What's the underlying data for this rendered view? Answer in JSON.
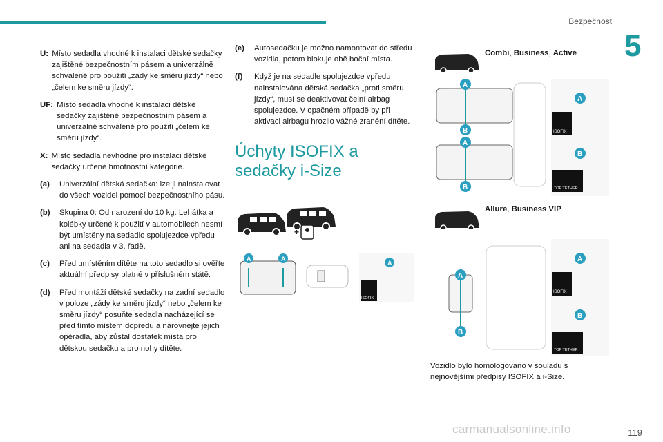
{
  "header": {
    "section": "Bezpečnost",
    "chapter": "5"
  },
  "col1": [
    {
      "key": "U:",
      "text": "Místo sedadla vhodné k instalaci dětské sedačky zajištěné bezpečnostním pásem a univerzálně schválené pro použití „zády ke směru jízdy“ nebo „čelem ke směru jízdy“."
    },
    {
      "key": "UF:",
      "text": "Místo sedadla vhodné k instalaci dětské sedačky zajištěné bezpečnostním pásem a univerzálně schválené pro použití „čelem ke směru jízdy“."
    },
    {
      "key": "X:",
      "text": "Místo sedadla nevhodné pro instalaci dětské sedačky určené hmotnostní kategorie."
    },
    {
      "key": "(a)",
      "text": "Univerzální dětská sedačka: lze ji nainstalovat do všech vozidel pomocí bezpečnostního pásu."
    },
    {
      "key": "(b)",
      "text": "Skupina 0: Od narození do 10 kg. Lehátka a kolébky určené k použití v automobilech nesmí být umístěny na sedadlo spolujezdce vpředu ani na sedadla v 3. řadě."
    },
    {
      "key": "(c)",
      "text": "Před umístěním dítěte na toto sedadlo si ověřte aktuální předpisy platné v příslušném státě."
    },
    {
      "key": "(d)",
      "text": "Před montáží dětské sedačky na zadní sedadlo v poloze „zády ke směru jízdy“ nebo „čelem ke směru jízdy“ posuňte sedadla nacházející se před tímto místem dopředu a narovnejte jejich opěradla, aby zůstal dostatek místa pro dětskou sedačku a pro nohy dítěte."
    }
  ],
  "col2": [
    {
      "key": "(e)",
      "text": "Autosedačku je možno namontovat do středu vozidla, potom blokuje obě boční místa."
    },
    {
      "key": "(f)",
      "text": "Když je na sedadle spolujezdce vpředu nainstalována dětská sedačka „proti směru jízdy“, musí se deaktivovat čelní airbag spolujezdce. V opačném případě by při aktivaci airbagu hrozilo vážné zranění dítěte."
    }
  ],
  "heading": "Úchyty ISOFIX a sedačky i-Size",
  "labels": {
    "combi_prefix": "Combi",
    "combi_sep1": ", ",
    "combi_mid": "Business",
    "combi_sep2": ", ",
    "combi_end": "Active",
    "allure": "Allure",
    "allure_sep": ", ",
    "allure_end": "Business VIP",
    "anchor_a": "A",
    "anchor_b": "B",
    "isofix": "ISOFIX",
    "top_tether": "TOP TETHER"
  },
  "closing": "Vozidlo bylo homologováno v souladu s nejnovějšími předpisy ISOFIX a i-Size.",
  "page_number": "119",
  "watermark": "carmanualsonline.info",
  "colors": {
    "accent": "#1c9aa0",
    "badge": "#2a9fc0"
  }
}
